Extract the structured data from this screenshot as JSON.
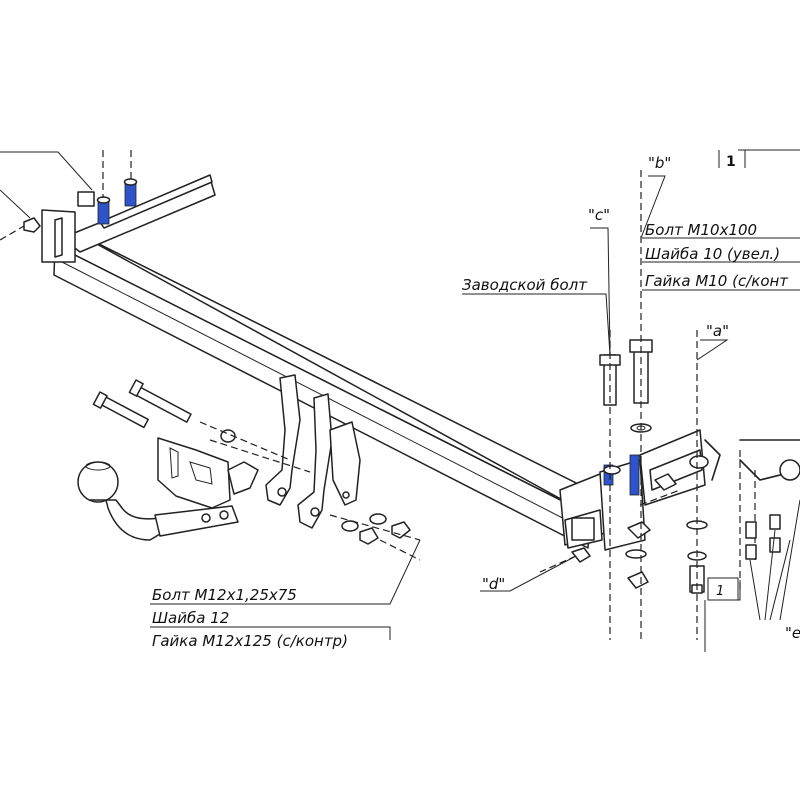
{
  "labels": {
    "b": "\"b\"",
    "c": "\"c\"",
    "a": "\"a\"",
    "d": "\"d\"",
    "e": "\"e",
    "box_number": "1",
    "small_box": "1"
  },
  "callout_right": {
    "line1": "Болт М10х100",
    "line2": "Шайба 10 (увел.)",
    "line3": "Гайка М10 (с/конт"
  },
  "callout_factory": "Заводской болт",
  "callout_bottom": {
    "line1": "Болт М12х1,25х75",
    "line2": "Шайба 12",
    "line3": "Гайка М12х125 (с/контр)"
  },
  "colors": {
    "line": "#222222",
    "accent_blue": "#2f53c9",
    "background": "#ffffff"
  }
}
